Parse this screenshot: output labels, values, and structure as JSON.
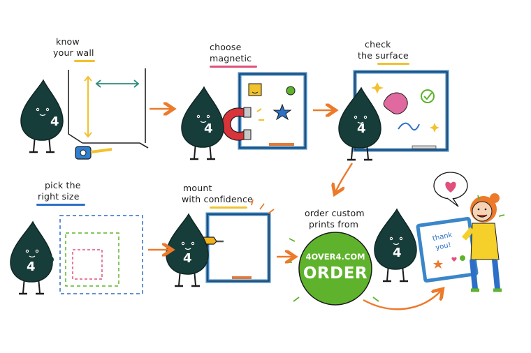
{
  "steps": [
    {
      "line1": "know",
      "line2": "your wall",
      "underline_color": "#f2c12e",
      "character_label": "4"
    },
    {
      "line1": "choose",
      "line2": "magnetic",
      "underline_color": "#e0507a",
      "character_label": "4"
    },
    {
      "line1": "check",
      "line2": "the surface",
      "underline_color": "#f2c12e",
      "character_label": "4"
    },
    {
      "line1": "pick the",
      "line2": "right size",
      "underline_color": "#2d6fc7",
      "character_label": "4"
    },
    {
      "line1": "mount",
      "line2": "with confidence",
      "underline_color": "#f2c12e",
      "character_label": "4"
    }
  ],
  "final": {
    "line1": "order custom",
    "line2": "prints from",
    "badge_site": "4OVER4.COM",
    "badge_action": "ORDER",
    "badge_color": "#5fb32c",
    "character_label": "4",
    "card_text_1": "thank",
    "card_text_2": "you!"
  },
  "colors": {
    "character": "#173d3a",
    "arrow": "#ec7a2a",
    "board_frame": "#3a86c8",
    "tape": "#2f7fd0"
  }
}
